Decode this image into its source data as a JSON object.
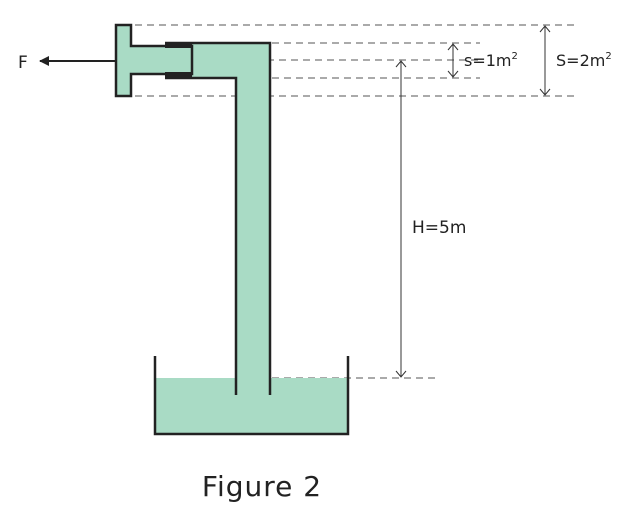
{
  "diagram": {
    "force_label": "F",
    "piston_small_area": {
      "prefix": "s=1m",
      "exponent": "2"
    },
    "piston_large_area": {
      "prefix": "S=2m",
      "exponent": "2"
    },
    "height_label": "H=5m",
    "fluid_color": "#a9dbc5",
    "line_color": "#222222"
  },
  "caption": "Figure 2"
}
